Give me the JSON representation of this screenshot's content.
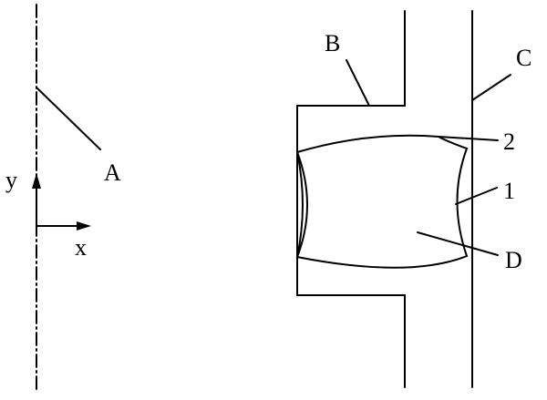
{
  "colors": {
    "ink": "#000000",
    "background": "#ffffff"
  },
  "labels": {
    "A": "A",
    "B": "B",
    "C": "C",
    "D": "D",
    "one": "1",
    "two": "2",
    "x": "x",
    "y": "y"
  }
}
